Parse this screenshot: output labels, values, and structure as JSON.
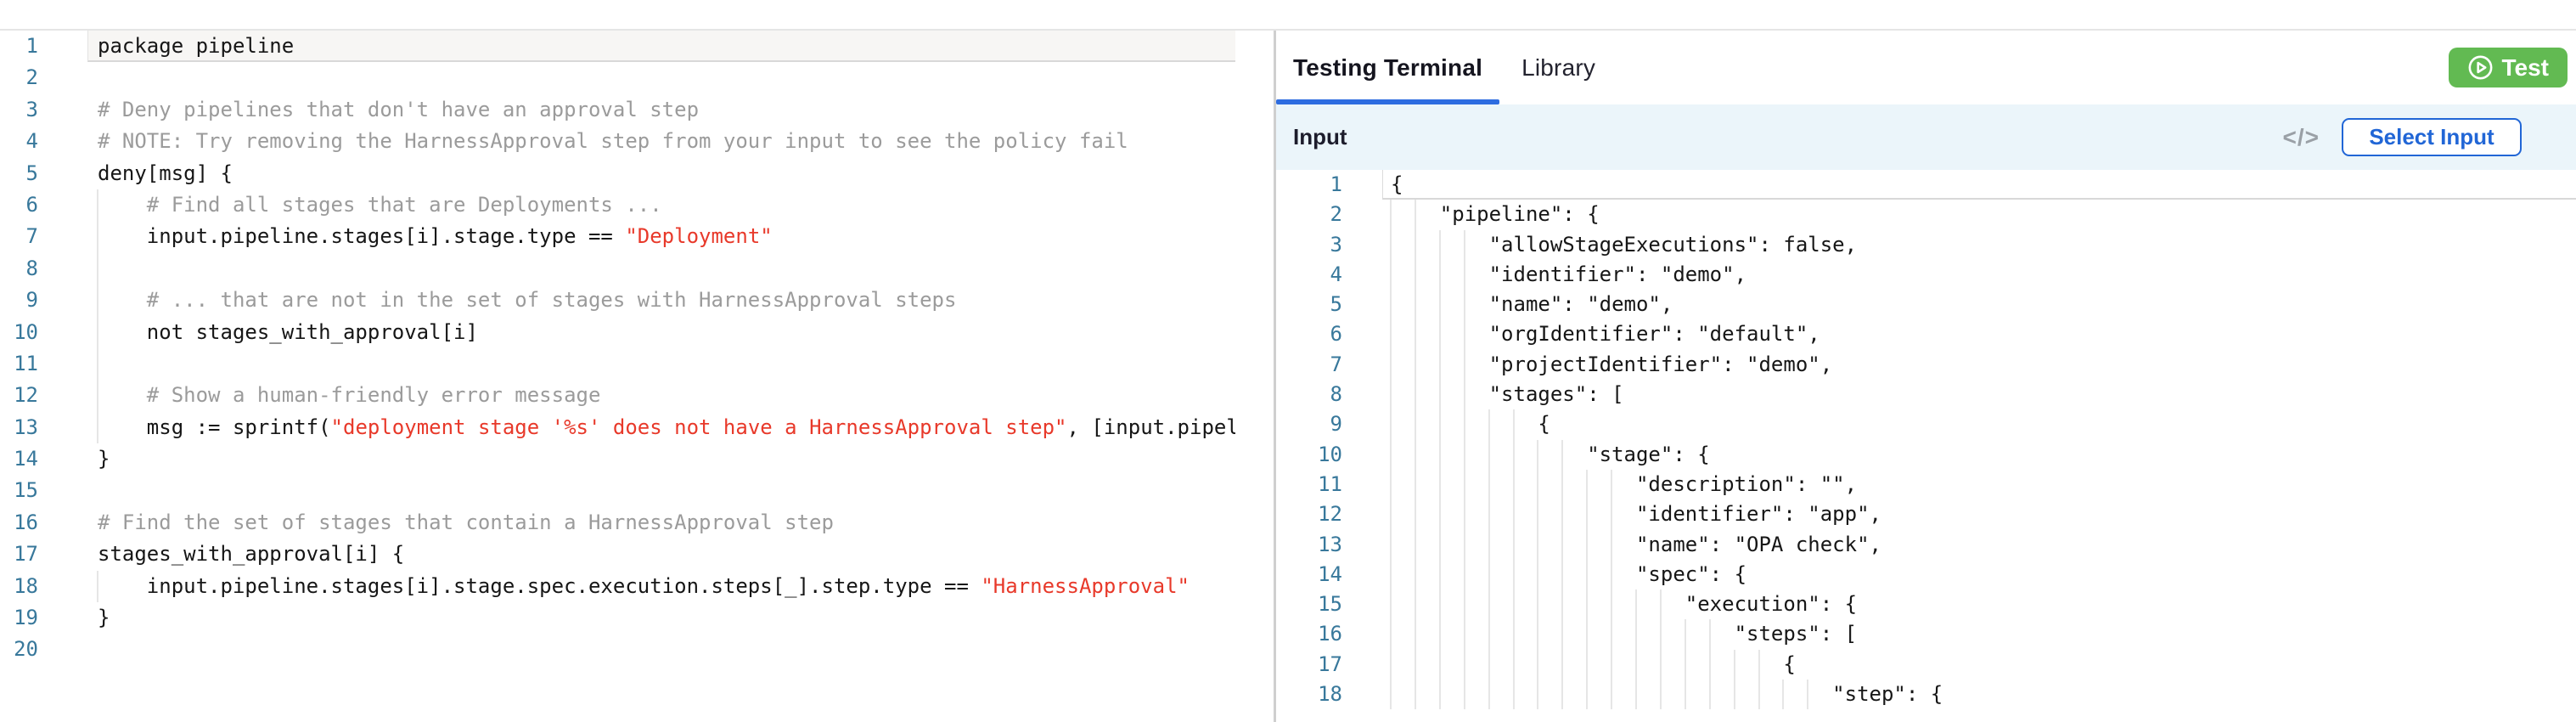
{
  "colors": {
    "tab_underline_blue": "#2d6ce0",
    "select_input_blue": "#2166d6",
    "test_button_green": "#62ba52",
    "string_red": "#e8392a",
    "comment_gray": "#9b9b9b",
    "line_number_blue": "#38789b",
    "input_bar_bg": "#ebf5fa",
    "divider_gray": "#cfcfcf",
    "panel_border": "#e5e5e5",
    "indent_guide": "#e6e6e6",
    "active_line_bg": "#f7f6f4",
    "active_line_border": "#d8d8d8",
    "collapse_dash": "#3d3d3d"
  },
  "left_editor": {
    "language": "rego",
    "lines": [
      {
        "n": 1,
        "active": true,
        "guides": [],
        "segs": [
          [
            "k",
            "package pipeline"
          ]
        ]
      },
      {
        "n": 2,
        "guides": [],
        "segs": []
      },
      {
        "n": 3,
        "guides": [],
        "segs": [
          [
            "c",
            "# Deny pipelines that don't have an approval step"
          ]
        ]
      },
      {
        "n": 4,
        "guides": [],
        "segs": [
          [
            "c",
            "# NOTE: Try removing the HarnessApproval step from your input to see the policy fail"
          ]
        ]
      },
      {
        "n": 5,
        "guides": [],
        "segs": [
          [
            "k",
            "deny[msg] {"
          ]
        ]
      },
      {
        "n": 6,
        "guides": [
          0
        ],
        "segs": [
          [
            "c",
            "    # Find all stages that are Deployments ..."
          ]
        ]
      },
      {
        "n": 7,
        "guides": [
          0
        ],
        "segs": [
          [
            "k",
            "    input.pipeline.stages[i].stage.type == "
          ],
          [
            "s",
            "\"Deployment\""
          ]
        ]
      },
      {
        "n": 8,
        "guides": [
          0
        ],
        "segs": []
      },
      {
        "n": 9,
        "guides": [
          0
        ],
        "segs": [
          [
            "c",
            "    # ... that are not in the set of stages with HarnessApproval steps"
          ]
        ]
      },
      {
        "n": 10,
        "guides": [
          0
        ],
        "segs": [
          [
            "k",
            "    not stages_with_approval[i]"
          ]
        ]
      },
      {
        "n": 11,
        "guides": [
          0
        ],
        "segs": []
      },
      {
        "n": 12,
        "guides": [
          0
        ],
        "segs": [
          [
            "c",
            "    # Show a human-friendly error message"
          ]
        ]
      },
      {
        "n": 13,
        "guides": [
          0
        ],
        "segs": [
          [
            "k",
            "    msg := sprintf("
          ],
          [
            "s",
            "\"deployment stage '%s' does not have a HarnessApproval step\""
          ],
          [
            "k",
            ", [input.pipel"
          ]
        ]
      },
      {
        "n": 14,
        "guides": [],
        "segs": [
          [
            "k",
            "}"
          ]
        ]
      },
      {
        "n": 15,
        "guides": [],
        "segs": []
      },
      {
        "n": 16,
        "guides": [],
        "segs": [
          [
            "c",
            "# Find the set of stages that contain a HarnessApproval step"
          ]
        ]
      },
      {
        "n": 17,
        "guides": [],
        "segs": [
          [
            "k",
            "stages_with_approval[i] {"
          ]
        ]
      },
      {
        "n": 18,
        "guides": [
          0
        ],
        "segs": [
          [
            "k",
            "    input.pipeline.stages[i].stage.spec.execution.steps[_].step.type == "
          ],
          [
            "s",
            "\"HarnessApproval\""
          ]
        ]
      },
      {
        "n": 19,
        "guides": [],
        "segs": [
          [
            "k",
            "}"
          ]
        ]
      },
      {
        "n": 20,
        "guides": [],
        "segs": []
      }
    ]
  },
  "right_panel": {
    "tabs": [
      {
        "label": "Testing Terminal",
        "active": true
      },
      {
        "label": "Library",
        "active": false
      }
    ],
    "test_button": {
      "label": "Test",
      "icon": "play-circle-icon"
    },
    "input_section": {
      "title": "Input",
      "code_icon": "</>",
      "select_button_label": "Select Input"
    },
    "json_editor": {
      "language": "json",
      "lines": [
        {
          "n": 1,
          "active": true,
          "guides": [],
          "segs": [
            [
              "k",
              "{"
            ]
          ]
        },
        {
          "n": 2,
          "guides": [
            0,
            2
          ],
          "segs": [
            [
              "k",
              "    \"pipeline\": {"
            ]
          ]
        },
        {
          "n": 3,
          "guides": [
            0,
            2,
            4,
            6
          ],
          "segs": [
            [
              "k",
              "        \"allowStageExecutions\": false,"
            ]
          ]
        },
        {
          "n": 4,
          "guides": [
            0,
            2,
            4,
            6
          ],
          "segs": [
            [
              "k",
              "        \"identifier\": \"demo\","
            ]
          ]
        },
        {
          "n": 5,
          "guides": [
            0,
            2,
            4,
            6
          ],
          "segs": [
            [
              "k",
              "        \"name\": \"demo\","
            ]
          ]
        },
        {
          "n": 6,
          "guides": [
            0,
            2,
            4,
            6
          ],
          "segs": [
            [
              "k",
              "        \"orgIdentifier\": \"default\","
            ]
          ]
        },
        {
          "n": 7,
          "guides": [
            0,
            2,
            4,
            6
          ],
          "segs": [
            [
              "k",
              "        \"projectIdentifier\": \"demo\","
            ]
          ]
        },
        {
          "n": 8,
          "guides": [
            0,
            2,
            4,
            6
          ],
          "segs": [
            [
              "k",
              "        \"stages\": ["
            ]
          ]
        },
        {
          "n": 9,
          "guides": [
            0,
            2,
            4,
            6,
            8,
            10
          ],
          "segs": [
            [
              "k",
              "            {"
            ]
          ]
        },
        {
          "n": 10,
          "guides": [
            0,
            2,
            4,
            6,
            8,
            10,
            12,
            14
          ],
          "segs": [
            [
              "k",
              "                \"stage\": {"
            ]
          ]
        },
        {
          "n": 11,
          "guides": [
            0,
            2,
            4,
            6,
            8,
            10,
            12,
            14,
            16,
            18
          ],
          "segs": [
            [
              "k",
              "                    \"description\": \"\","
            ]
          ]
        },
        {
          "n": 12,
          "guides": [
            0,
            2,
            4,
            6,
            8,
            10,
            12,
            14,
            16,
            18
          ],
          "segs": [
            [
              "k",
              "                    \"identifier\": \"app\","
            ]
          ]
        },
        {
          "n": 13,
          "guides": [
            0,
            2,
            4,
            6,
            8,
            10,
            12,
            14,
            16,
            18
          ],
          "segs": [
            [
              "k",
              "                    \"name\": \"OPA check\","
            ]
          ]
        },
        {
          "n": 14,
          "guides": [
            0,
            2,
            4,
            6,
            8,
            10,
            12,
            14,
            16,
            18
          ],
          "segs": [
            [
              "k",
              "                    \"spec\": {"
            ]
          ]
        },
        {
          "n": 15,
          "guides": [
            0,
            2,
            4,
            6,
            8,
            10,
            12,
            14,
            16,
            18,
            20,
            22
          ],
          "segs": [
            [
              "k",
              "                        \"execution\": {"
            ]
          ]
        },
        {
          "n": 16,
          "guides": [
            0,
            2,
            4,
            6,
            8,
            10,
            12,
            14,
            16,
            18,
            20,
            22,
            24,
            26
          ],
          "segs": [
            [
              "k",
              "                            \"steps\": ["
            ]
          ]
        },
        {
          "n": 17,
          "guides": [
            0,
            2,
            4,
            6,
            8,
            10,
            12,
            14,
            16,
            18,
            20,
            22,
            24,
            26,
            28,
            30
          ],
          "segs": [
            [
              "k",
              "                                {"
            ]
          ]
        },
        {
          "n": 18,
          "guides": [
            0,
            2,
            4,
            6,
            8,
            10,
            12,
            14,
            16,
            18,
            20,
            22,
            24,
            26,
            28,
            30,
            32,
            34
          ],
          "segs": [
            [
              "k",
              "                                    \"step\": {"
            ]
          ]
        }
      ]
    }
  }
}
